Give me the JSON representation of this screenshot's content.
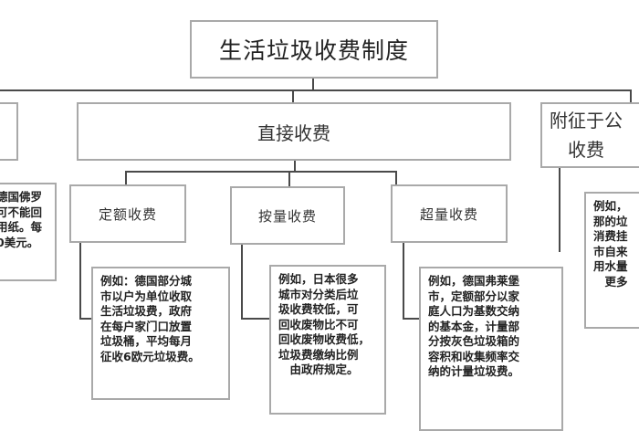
{
  "diagram": {
    "title": "生活垃圾收费制度",
    "level1": [
      {
        "label": ""
      },
      {
        "label": "直接收费"
      },
      {
        "label": "附征于公\n收费"
      }
    ],
    "level2": [
      {
        "label": "定额收费"
      },
      {
        "label": "按量收费"
      },
      {
        "label": "超量收费"
      }
    ],
    "notes": {
      "left_partial": "德国佛罗\n可不能回\n用纸。每\n0美元。",
      "fixed": "例如：德国部分城\n市以户为单位收取\n生活垃圾费，政府\n在每户家门口放置\n垃圾桶，平均每月\n征收6欧元垃圾费。",
      "volume": "例如，日本很多\n城市对分类后垃\n圾收费较低，可\n回收废物比不可\n回收废物收费低，\n垃圾费缴纳比例\n　由政府规定。",
      "excess": "例如，德国弗莱堡\n市，定额部分以家\n庭人口为基数交纳\n的基本金，计量部\n分按灰色垃圾箱的\n容积和收集频率交\n纳的计量垃圾费。",
      "right_partial": "例如，\n那的垃\n消费挂\n市自来\n用水量\n　更多"
    }
  }
}
